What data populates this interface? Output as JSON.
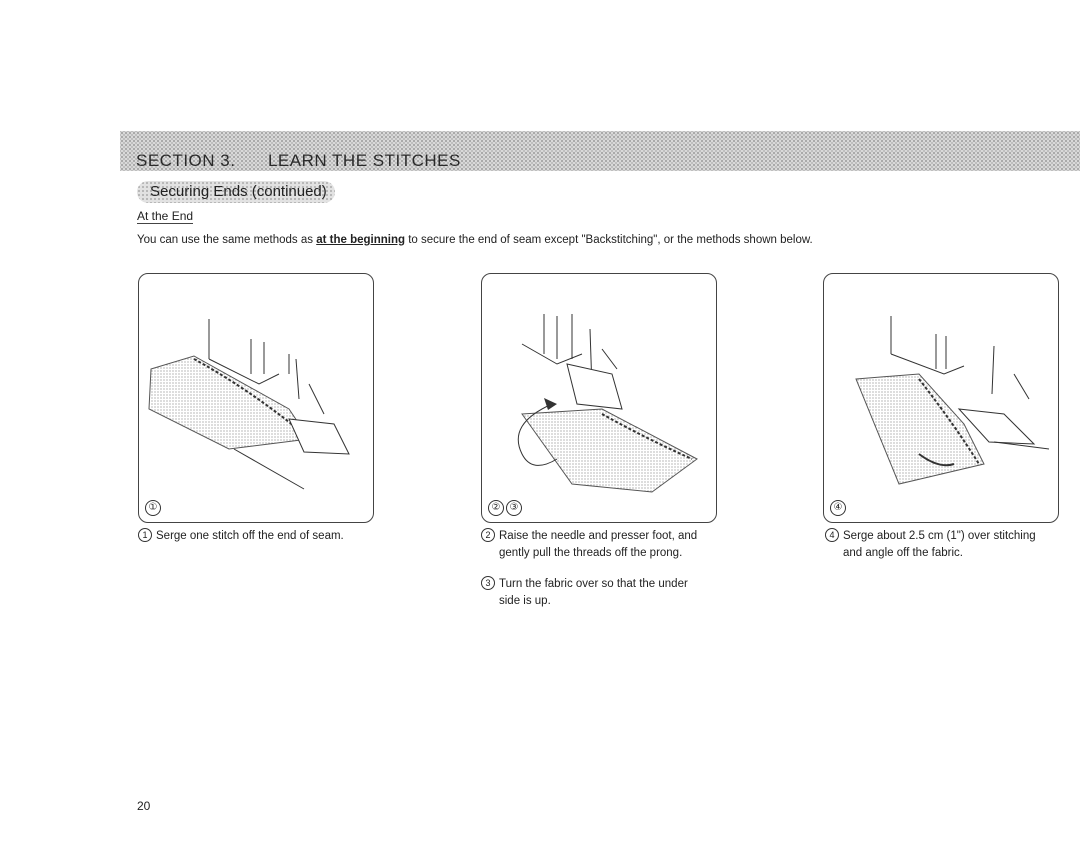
{
  "section": {
    "label": "SECTION 3.",
    "name": "LEARN THE STITCHES"
  },
  "topic_pill": "Securing Ends (continued)",
  "subheading": "At the End",
  "intro": {
    "before": "You can use the same methods as ",
    "emphasis": "at the beginning",
    "after": " to secure the end of seam except \"Backstitching\", or the methods shown below."
  },
  "figures": [
    {
      "markers": [
        "①"
      ]
    },
    {
      "markers": [
        "②",
        "③"
      ]
    },
    {
      "markers": [
        "④"
      ]
    }
  ],
  "captions": [
    {
      "marker": "1",
      "text_line1": "Serge one stitch off the end of seam.",
      "text_line2": ""
    },
    {
      "marker": "2",
      "text_line1": "Raise the needle and presser foot, and",
      "text_line2": "gently pull the threads off the prong."
    },
    {
      "marker": "3",
      "text_line1": "Turn the fabric over so that the under",
      "text_line2": "side is up."
    },
    {
      "marker": "4",
      "text_line1": "Serge about 2.5 cm (1\") over stitching",
      "text_line2": "and angle off the fabric."
    }
  ],
  "page_number": "20"
}
